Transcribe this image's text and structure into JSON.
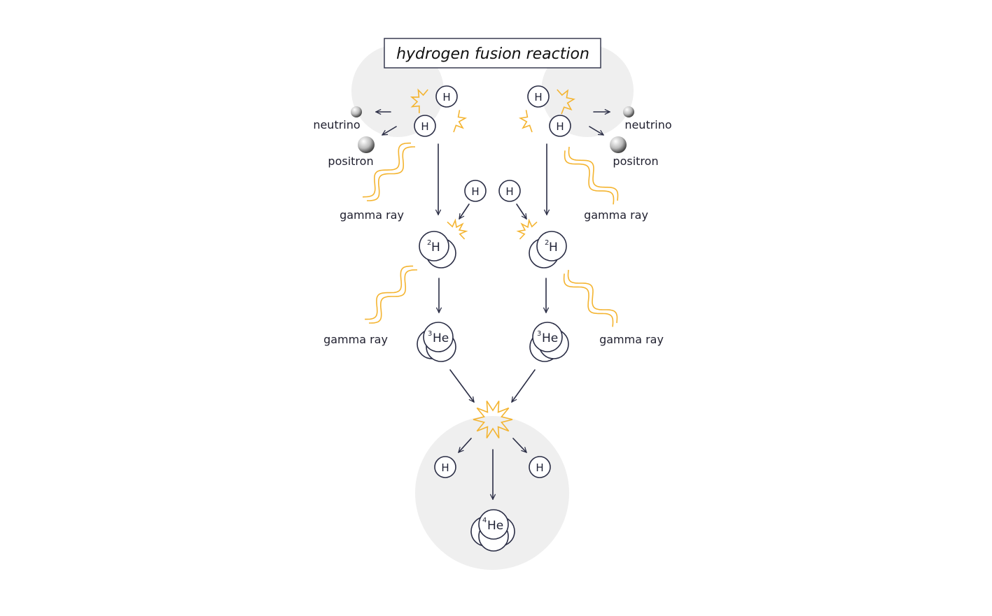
{
  "title": "hydrogen fusion reaction",
  "labels": {
    "neutrino_left": "neutrino",
    "positron_left": "positron",
    "neutrino_right": "neutrino",
    "positron_right": "positron",
    "gamma_top_left": "gamma ray",
    "gamma_top_right": "gamma ray",
    "gamma_mid_left": "gamma ray",
    "gamma_mid_right": "gamma ray"
  },
  "atoms": {
    "hydrogen": "H",
    "deuterium_mass": "2",
    "deuterium": "H",
    "helium3_mass": "3",
    "helium3": "He",
    "helium4_mass": "4",
    "helium4": "He"
  },
  "colors": {
    "energy": "#f4b430",
    "line": "#2a2d45",
    "background_circle": "#efefef"
  }
}
